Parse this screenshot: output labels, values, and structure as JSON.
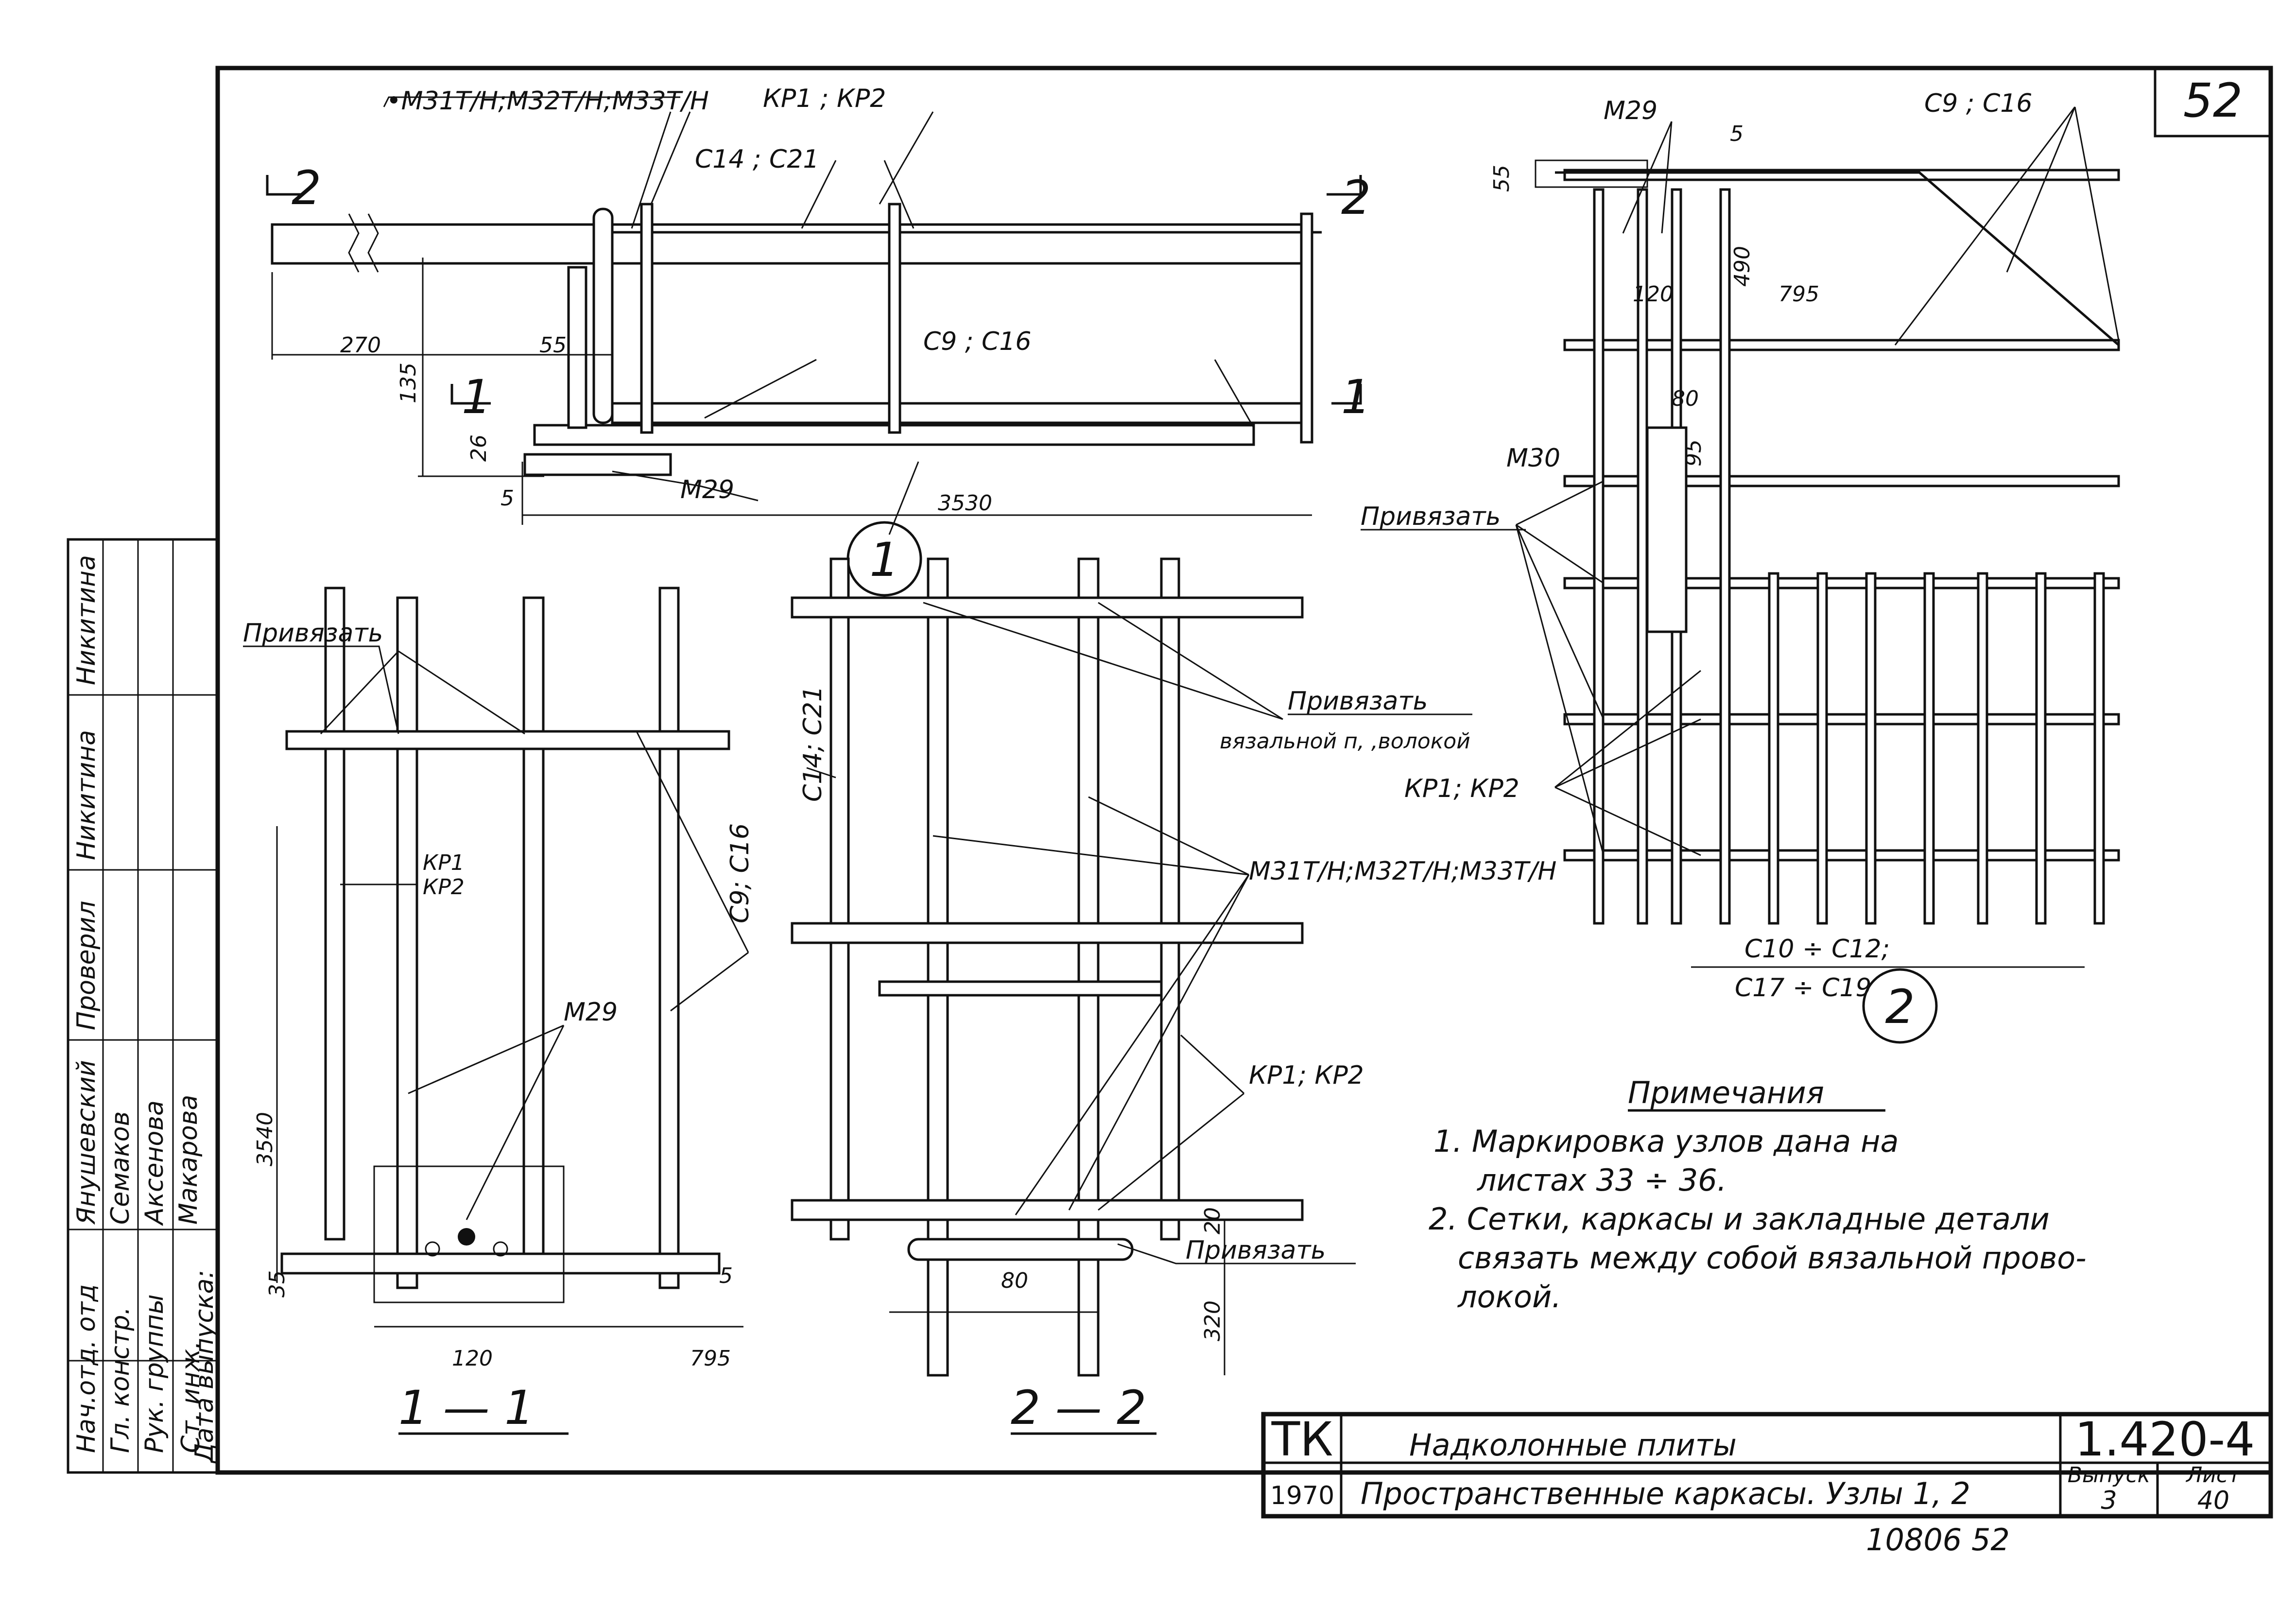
{
  "sheet_number": "52",
  "labels": {
    "m31_m33_top": "•M31Т/Н;М32Т/Н;М33Т/Н",
    "kp1_kp2_top": "КР1 ; КР2",
    "c14_c21_top": "С14 ; С21",
    "c9_c16_top": "С9 ; С16",
    "m29_top": "М29",
    "sec_2_left": "2",
    "sec_2_right": "2",
    "sec_1_left": "1",
    "sec_1_right": "1",
    "node1": "1",
    "node2": "2",
    "m29_node2": "М29",
    "c9_c16_node2": "С9 ; С16",
    "m30": "М30",
    "privyazat_node2": "Привязать",
    "kp1_kp2_node2": "КР1; КР2",
    "c10_c12": "С10 ÷ С12;",
    "c17_c19": "С17 ÷ С19",
    "privyazat_11": "Привязать",
    "kp1_11": "КР1",
    "kp2_11": "КР2",
    "m29_11": "М29",
    "c9_c16_11": "С9; С16",
    "section_11": "1 — 1",
    "c14_c21_22": "С14; С21",
    "privyazat_22a": "Привязать",
    "privyazat_22a_sub": "вязальной п, ,волокой",
    "m31_22": "М31Т/Н;М32Т/Н;М33Т/Н",
    "kp1_kp2_22": "КР1; КР2",
    "privyazat_22b": "Привязать",
    "section_22": "2 — 2"
  },
  "dimensions": {
    "d270": "270",
    "d55a": "55",
    "d135": "135",
    "d26": "26",
    "d5a": "5",
    "d3530": "3530",
    "d55b": "55",
    "d5b": "5",
    "d120a": "120",
    "d490": "490",
    "d795a": "795",
    "d80a": "80",
    "d95": "95",
    "d3540": "3540",
    "d35": "35",
    "d5c": "5",
    "d120b": "120",
    "d795b": "795",
    "d80b": "80",
    "d20": "20",
    "d320": "320"
  },
  "notes": {
    "title": "Примечания",
    "n1_a": "1. Маркировка узлов дана на",
    "n1_b": "листах 33 ÷ 36.",
    "n2_a": "2. Сетки, каркасы и закладные детали",
    "n2_b": "связать между собой вязальной прово-",
    "n2_c": "локой."
  },
  "title_block": {
    "org": "ТК",
    "year": "1970",
    "name": "Надколонные плиты",
    "subtitle": "Пространственные каркасы. Узлы 1, 2",
    "doc_code": "1.420-4",
    "issue_label": "Выпуск",
    "issue_value": "3",
    "sheet_label": "Лист",
    "sheet_value": "40",
    "archive": "10806 52"
  },
  "signature_block": {
    "roles": [
      "Нач.отд. отд",
      "Гл. констр.",
      "Рук. группы",
      "Ст. инж.",
      "Дата выпуска:"
    ],
    "names": [
      "Янушевский",
      "Семаков",
      "Аксенова",
      "Макарова"
    ],
    "checked_label": "Проверил",
    "checked_name": "Никитина",
    "signature_name": "Никитина"
  }
}
